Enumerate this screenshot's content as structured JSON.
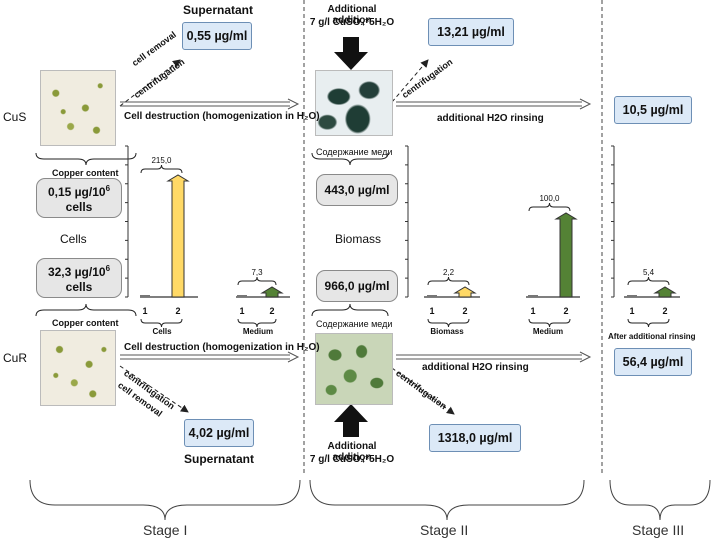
{
  "rows": {
    "top": "CuS",
    "bottom": "CuR"
  },
  "stage1": {
    "supernatant_top_title": "Supernatant",
    "supernatant_top_value": "0,55 µg/ml",
    "cell_removal": "cell removal",
    "centrifugation": "centrifugation",
    "cell_destruction_top": "Cell destruction (homogenization in H₂O)",
    "copper_content_top": "Copper content",
    "cus_content_value": "0,15 µg/10",
    "cus_content_unit": "cells",
    "cells_label": "Cells",
    "cur_content_value": "32,3 µg/10",
    "cur_content_unit": "cells",
    "superscript": "6",
    "copper_content_bottom": "Copper content",
    "cell_destruction_bottom": "Cell destruction (homogenization in H₂O)",
    "centrifugation_bottom": "centrifugation",
    "cell_removal_bottom": "cell removal",
    "supernatant_bottom_value": "4,02 µg/ml",
    "supernatant_bottom_title": "Supernatant",
    "stage_label": "Stage I"
  },
  "stage2": {
    "addition_top_line1": "Additional addition",
    "addition_top_line2": "7 g/l CuSO₄*5H₂O",
    "centrifugation_top": "centrifugation",
    "value_top": "13,21 µg/ml",
    "rinsing_top": "additional H2O rinsing",
    "copper_ru_top": "Содержание меди",
    "biomass_top_value": "443,0 µg/ml",
    "biomass_label": "Biomass",
    "biomass_bottom_value": "966,0 µg/ml",
    "copper_ru_bottom": "Содержание меди",
    "rinsing_bottom": "additional H2O rinsing",
    "centrifugation_bottom": "centrifugation",
    "value_bottom": "1318,0 µg/ml",
    "addition_bottom_line1": "Additional addition",
    "addition_bottom_line2": "7 g/l CuSO₄*5H₂O",
    "stage_label": "Stage II"
  },
  "stage3": {
    "value_top": "10,5 µg/ml",
    "value_bottom": "56,4 µg/ml",
    "after_rinsing": "After additional rinsing",
    "stage_label": "Stage III"
  },
  "colors": {
    "yellow": "#ffd966",
    "green": "#548235",
    "box_blue": "#dce9f7",
    "box_gray": "#e6e6e6"
  },
  "chart_data": [
    {
      "type": "bar",
      "categories": [
        "1",
        "2"
      ],
      "group": "Cells",
      "values": [
        0,
        215.0
      ],
      "data_labels": [
        "",
        "215,0"
      ]
    },
    {
      "type": "bar",
      "categories": [
        "1",
        "2"
      ],
      "group": "Medium",
      "values": [
        0,
        7.3
      ],
      "data_labels": [
        "",
        "7,3"
      ]
    },
    {
      "type": "bar",
      "categories": [
        "1",
        "2"
      ],
      "group": "Biomass",
      "values": [
        0,
        2.2
      ],
      "data_labels": [
        "",
        "2,2"
      ]
    },
    {
      "type": "bar",
      "categories": [
        "1",
        "2"
      ],
      "group": "Medium",
      "values": [
        0,
        100.0
      ],
      "data_labels": [
        "",
        "100,0"
      ]
    },
    {
      "type": "bar",
      "categories": [
        "1",
        "2"
      ],
      "group": "After additional rinsing",
      "values": [
        0,
        5.4
      ],
      "data_labels": [
        "",
        "5,4"
      ]
    }
  ]
}
